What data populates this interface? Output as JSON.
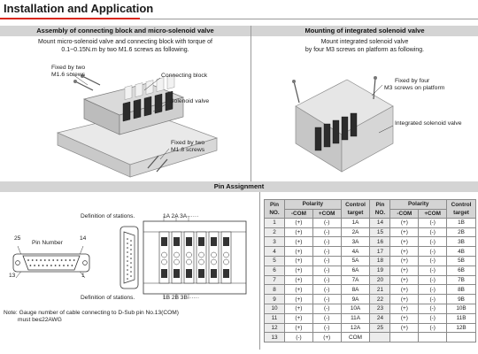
{
  "title": "Installation and Application",
  "left_panel": {
    "heading": "Assembly of  connecting block and micro-solenoid valve",
    "desc_line1": "Mount micro-solenoid valve and connecting block with torque of",
    "desc_line2": "0.1~0.15N.m by two M1.6 screws as following.",
    "callout_top_1": "Fixed by two",
    "callout_top_2": "M1.6 screws",
    "callout_block": "Connecting block",
    "callout_valve": "Solenoid valve",
    "callout_bottom_1": "Fixed by two",
    "callout_bottom_2": "M1.8 screws"
  },
  "right_panel": {
    "heading": "Mounting of integrated solenoid valve",
    "desc_line1": "Mount integrated solenoid valve",
    "desc_line2": "by four M3 screws on platform as following.",
    "callout_top_1": "Fixed by four",
    "callout_top_2": "M3 screws on platform",
    "callout_integrated": "Integrated solenoid valve"
  },
  "pin_section": {
    "heading": "Pin Assignment",
    "def_stations": "Definition of stations.",
    "stations_top": "1A  2A  3A······",
    "stations_bottom": "1B  2B  3B······",
    "pin_number_label": "Pin Number",
    "pin_25": "25",
    "pin_14": "14",
    "pin_13": "13",
    "pin_1": "1",
    "note_line1": "Note: Gauge number of cable connecting to D-Sub pin No.13(COM)",
    "note_line2": "must be≤22AWG"
  },
  "table": {
    "h_pin": "Pin",
    "h_no": "NO.",
    "h_polarity": "Polarity",
    "h_control": "Control",
    "h_target": "target",
    "h_minus_com": "-COM",
    "h_plus_com": "+COM",
    "left_rows": [
      [
        "1",
        "(+)",
        "(-)",
        "1A"
      ],
      [
        "2",
        "(+)",
        "(-)",
        "2A"
      ],
      [
        "3",
        "(+)",
        "(-)",
        "3A"
      ],
      [
        "4",
        "(+)",
        "(-)",
        "4A"
      ],
      [
        "5",
        "(+)",
        "(-)",
        "5A"
      ],
      [
        "6",
        "(+)",
        "(-)",
        "6A"
      ],
      [
        "7",
        "(+)",
        "(-)",
        "7A"
      ],
      [
        "8",
        "(+)",
        "(-)",
        "8A"
      ],
      [
        "9",
        "(+)",
        "(-)",
        "9A"
      ],
      [
        "10",
        "(+)",
        "(-)",
        "10A"
      ],
      [
        "11",
        "(+)",
        "(-)",
        "11A"
      ],
      [
        "12",
        "(+)",
        "(-)",
        "12A"
      ],
      [
        "13",
        "(-)",
        "(+)",
        "COM"
      ]
    ],
    "right_rows": [
      [
        "14",
        "(+)",
        "(-)",
        "1B"
      ],
      [
        "15",
        "(+)",
        "(-)",
        "2B"
      ],
      [
        "16",
        "(+)",
        "(-)",
        "3B"
      ],
      [
        "17",
        "(+)",
        "(-)",
        "4B"
      ],
      [
        "18",
        "(+)",
        "(-)",
        "5B"
      ],
      [
        "19",
        "(+)",
        "(-)",
        "6B"
      ],
      [
        "20",
        "(+)",
        "(-)",
        "7B"
      ],
      [
        "21",
        "(+)",
        "(-)",
        "8B"
      ],
      [
        "22",
        "(+)",
        "(-)",
        "9B"
      ],
      [
        "23",
        "(+)",
        "(-)",
        "10B"
      ],
      [
        "24",
        "(+)",
        "(-)",
        "11B"
      ],
      [
        "25",
        "(+)",
        "(-)",
        "12B"
      ]
    ]
  },
  "colors": {
    "accent_rule": "#d9261c",
    "band": "#d4d4d4",
    "rule": "#9a9a9a"
  }
}
